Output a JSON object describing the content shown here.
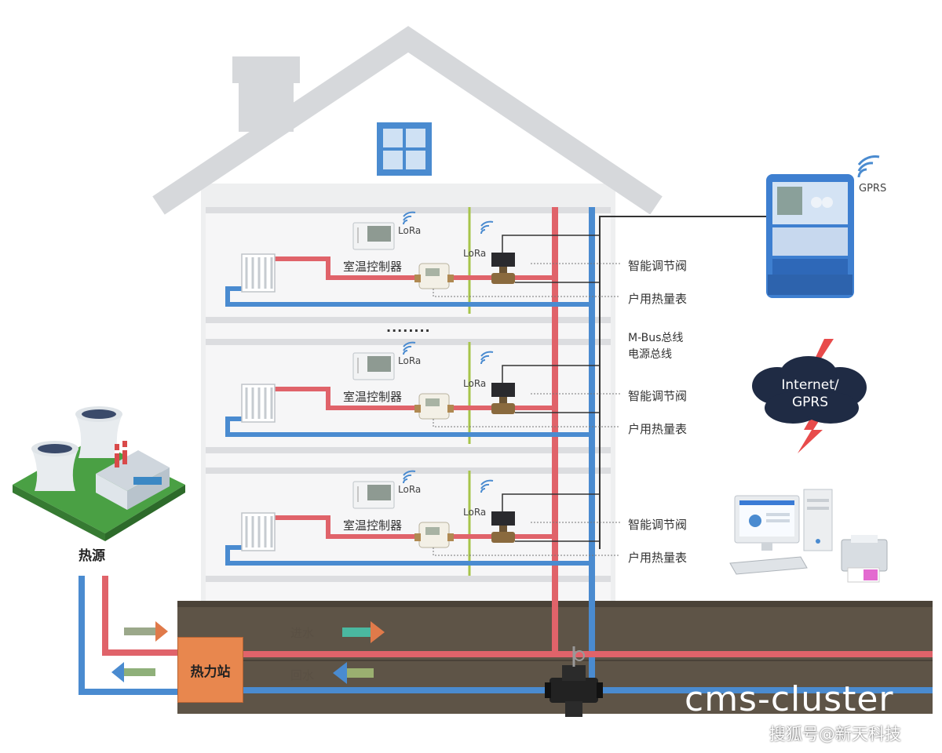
{
  "floors": [
    {
      "controller_label": "室温控制器",
      "controller_lora": "LoRa",
      "valve_lora": "LoRa",
      "valve_label": "智能调节阀",
      "meter_label": "户用热量表"
    },
    {
      "controller_label": "室温控制器",
      "controller_lora": "LoRa",
      "valve_lora": "LoRa",
      "valve_label": "智能调节阀",
      "meter_label": "户用热量表"
    },
    {
      "controller_label": "室温控制器",
      "controller_lora": "LoRa",
      "valve_lora": "LoRa",
      "valve_label": "智能调节阀",
      "meter_label": "户用热量表"
    }
  ],
  "ellipsis": "........",
  "bus_labels": {
    "mbus": "M-Bus总线",
    "power": "电源总线"
  },
  "concentrator": {
    "wireless_label": "GPRS"
  },
  "cloud": {
    "line1": "Internet/",
    "line2": "GPRS"
  },
  "heat_source_label": "热源",
  "heat_station_label": "热力站",
  "underground": {
    "supply_label": "进水",
    "return_label": "回水"
  },
  "watermark": {
    "text": "cms-cluster",
    "source": "搜狐号@新天科技"
  },
  "colors": {
    "supply_pipe": "#e0636a",
    "return_pipe": "#4a8bd0",
    "bus_green": "#a7c44a",
    "house": "#f0f1f2",
    "roof": "#d9dbde",
    "ground": "#5e5447",
    "station": "#e8874e"
  }
}
